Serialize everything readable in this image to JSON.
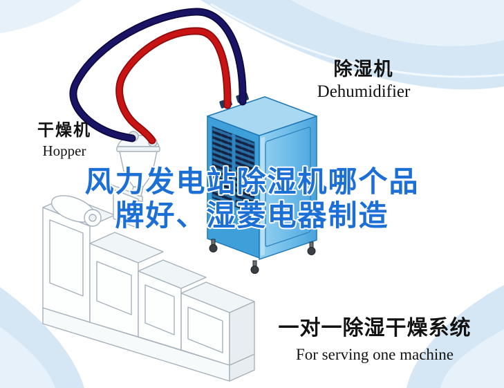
{
  "colors": {
    "title_blue": "#1c6fd4",
    "pipe_red": "#c81414",
    "pipe_navy": "#1a1464",
    "machine_front_blue": "#3f9fd8",
    "machine_side_blue": "#7cc4ec",
    "machine_top_blue": "#a9d8f2",
    "vent_dark": "#142440",
    "outline_gray": "#a6b1ba",
    "accent_light_blue": "#d5e7f5",
    "accent_lighter_blue": "#e7f1fa",
    "label_black": "#121212"
  },
  "equipment": {
    "dehumidifier": {
      "label_cn": "除湿机",
      "label_en": "Dehumidifier"
    },
    "hopper": {
      "label_cn": "干燥机",
      "label_en": "Hopper"
    }
  },
  "headline": {
    "line1": "风力发电站除湿机哪个品",
    "line2": "牌好、湿菱电器制造"
  },
  "caption": {
    "cn": "一对一除湿干燥系统",
    "en": "For serving one machine"
  }
}
